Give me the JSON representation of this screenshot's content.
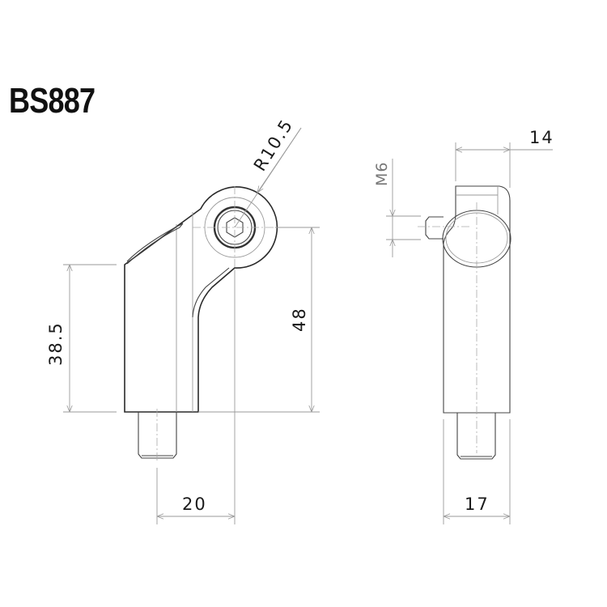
{
  "title": "BS887",
  "front_view": {
    "dimensions": {
      "radius": "R10.5",
      "height_body": "38.5",
      "height_total": "48",
      "offset_width": "20"
    }
  },
  "side_view": {
    "dimensions": {
      "top_width": "14",
      "thread": "M6",
      "body_width": "17"
    }
  },
  "colors": {
    "line_dark": "#2a2a2a",
    "line_dimension": "#9a9a9a",
    "background": "#ffffff"
  }
}
